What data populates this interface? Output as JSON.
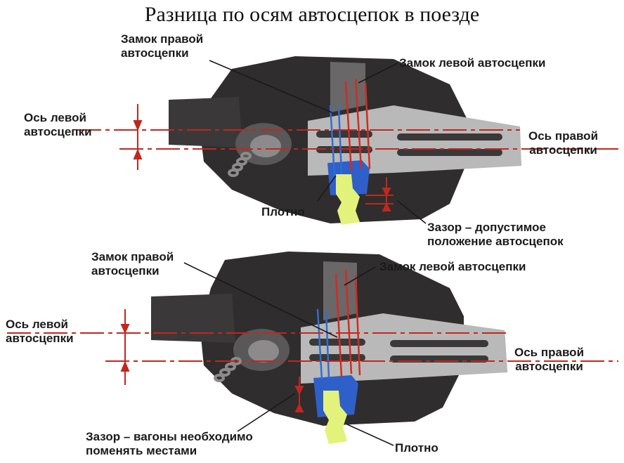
{
  "title": "Разница по осям автосцепок в поезде",
  "colors": {
    "body_dark": "#2f2d2e",
    "body_mid": "#4a4748",
    "metal_light": "#b9b9b9",
    "axis_red": "#c0281e",
    "lock_red": "#d32b20",
    "lock_blue": "#2e6fd4",
    "knuckle_yellow": "#e3f27a",
    "blue_block": "#2f5fc8"
  },
  "top": {
    "label_right_lock": [
      "Замок правой",
      "автосцепки"
    ],
    "label_left_lock": "Замок левой автосцепки",
    "label_left_axis": [
      "Ось  левой",
      "автосцепки"
    ],
    "label_right_axis": [
      "Ось  правой",
      "автосцепки"
    ],
    "label_tight": "Плотно",
    "label_gap": [
      "Зазор – допустимое",
      "положение автосцепок"
    ]
  },
  "bottom": {
    "label_right_lock": [
      "Замок правой",
      "автосцепки"
    ],
    "label_left_lock": "Замок левой автосцепки",
    "label_left_axis": [
      "Ось  левой",
      "автосцепки"
    ],
    "label_right_axis": [
      "Ось  правой",
      "автосцепки"
    ],
    "label_gap": [
      "Зазор – вагоны необходимо",
      "поменять местами"
    ],
    "label_tight": "Плотно"
  }
}
